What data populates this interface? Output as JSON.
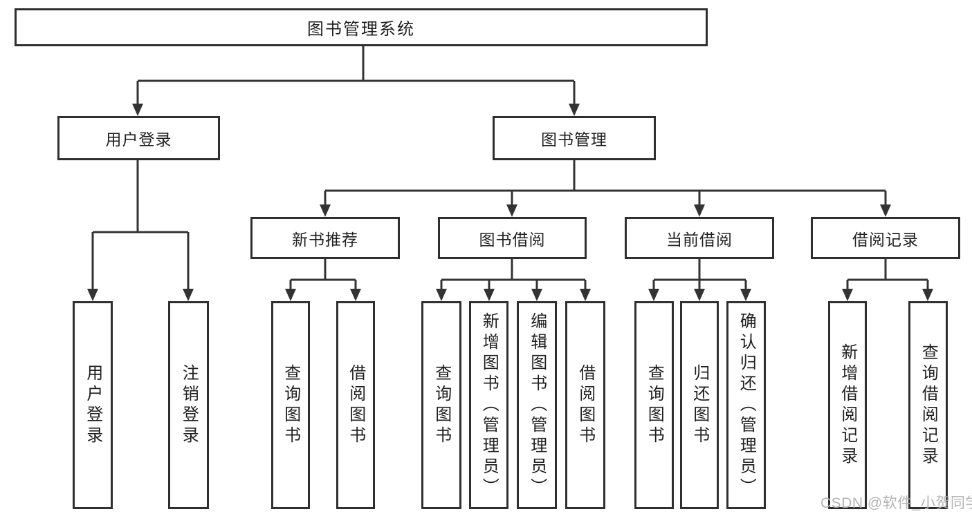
{
  "diagram": {
    "title": "图书管理系统",
    "level2": {
      "user_login": "用户登录",
      "book_management": "图书管理"
    },
    "level3": {
      "new_books": "新书推荐",
      "book_borrowing": "图书借阅",
      "current_borrowing": "当前借阅",
      "borrow_records": "借阅记录"
    },
    "leaves": {
      "user_login": "用户登录",
      "logout": "注销登录",
      "nb_query": "查询图书",
      "nb_borrow": "借阅图书",
      "bb_query": "查询图书",
      "bb_add": "新增图书（管理员）",
      "bb_edit": "编辑图书（管理员）",
      "bb_borrow": "借阅图书",
      "cb_query": "查询图书",
      "cb_return": "归还图书",
      "cb_confirm": "确认归还（管理员）",
      "br_add": "新增借阅记录",
      "br_query": "查询借阅记录"
    }
  },
  "watermark": {
    "text": "CSDN @软件_小贺同学"
  },
  "colors": {
    "line": "#333333",
    "node_border": "#2f2f2f",
    "text": "#1f1f1f",
    "watermark": "#b3b3b3",
    "background": "#ffffff"
  }
}
